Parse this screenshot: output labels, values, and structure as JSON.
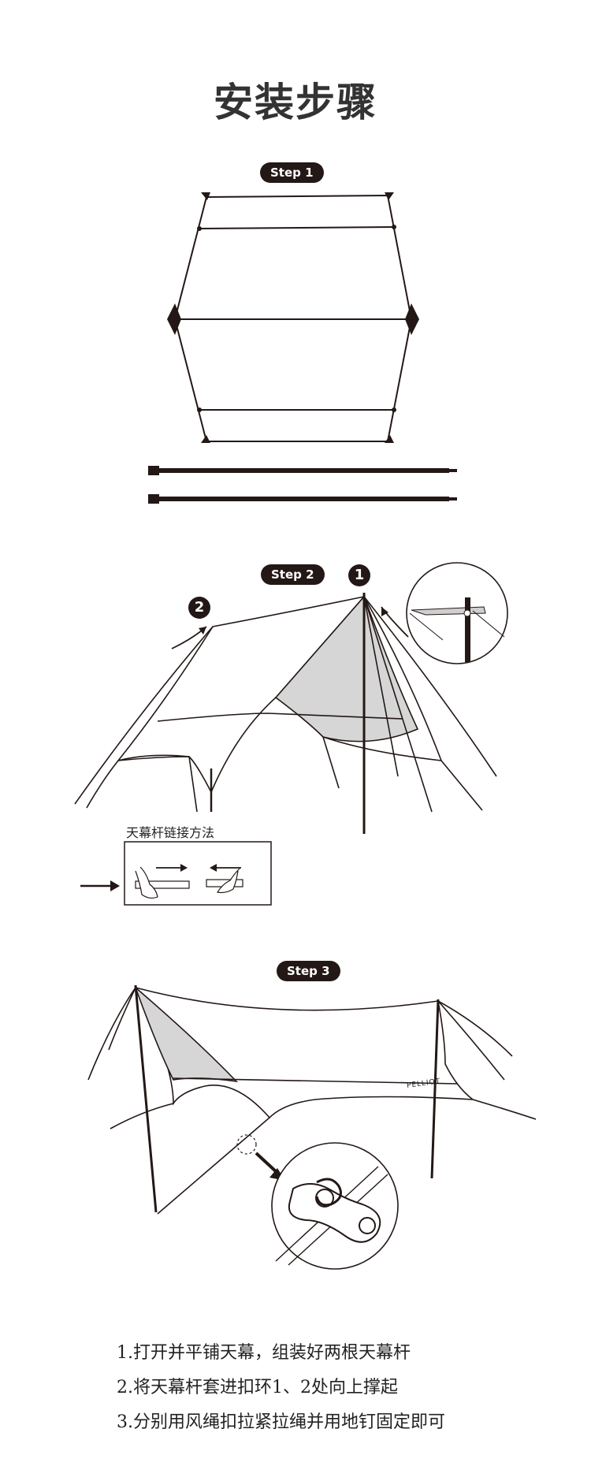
{
  "title": "安装步骤",
  "steps": [
    {
      "badge": "Step 1"
    },
    {
      "badge": "Step 2"
    },
    {
      "badge": "Step 3"
    }
  ],
  "step2": {
    "marker1": "1",
    "marker2": "2",
    "connect_label": "天幕杆链接方法"
  },
  "step3": {
    "brand": "PELLIOT"
  },
  "instructions": [
    "1.打开并平铺天幕，组装好两根天幕杆",
    "2.将天幕杆套进扣环1、2处向上撑起",
    "3.分别用风绳扣拉紧拉绳并用地钉固定即可"
  ]
}
